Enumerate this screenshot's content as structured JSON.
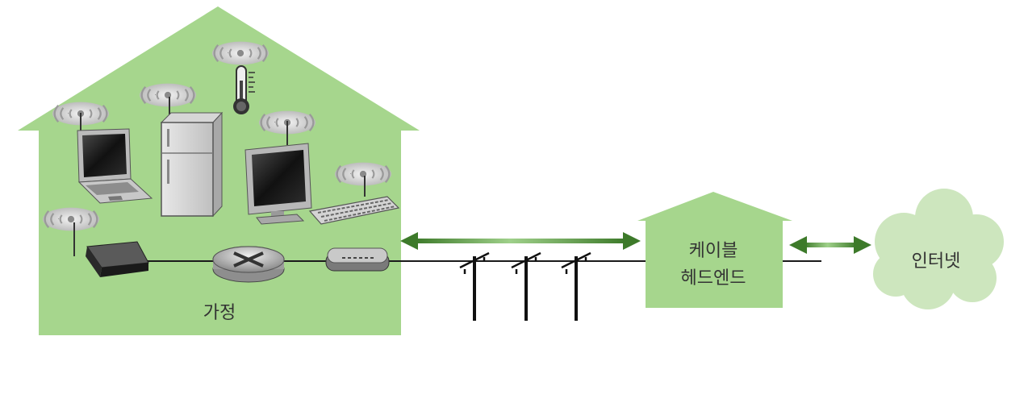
{
  "labels": {
    "home": "가정",
    "headend_line1": "케이블",
    "headend_line2": "헤드엔드",
    "internet": "인터넷"
  },
  "colors": {
    "building_fill": "#a6d68d",
    "cloud_fill": "#cde6be",
    "arrow": "#3d7a2a",
    "line": "#1a1a1a",
    "device_gray": "#a8a8a8",
    "screen": "#1c1c1c",
    "wifi": "#9a9a9a",
    "label_text": "#333333"
  },
  "icons": {
    "laptop": "laptop-icon",
    "refrigerator": "refrigerator-icon",
    "thermometer": "thermometer-icon",
    "monitor": "monitor-icon",
    "keyboard": "keyboard-icon",
    "wireless_ap": "wireless-access-point-icon",
    "router": "router-icon",
    "cable_modem": "cable-modem-icon",
    "utility_pole": "utility-pole-icon",
    "wifi": "wifi-signal-icon",
    "cloud": "cloud-icon"
  }
}
